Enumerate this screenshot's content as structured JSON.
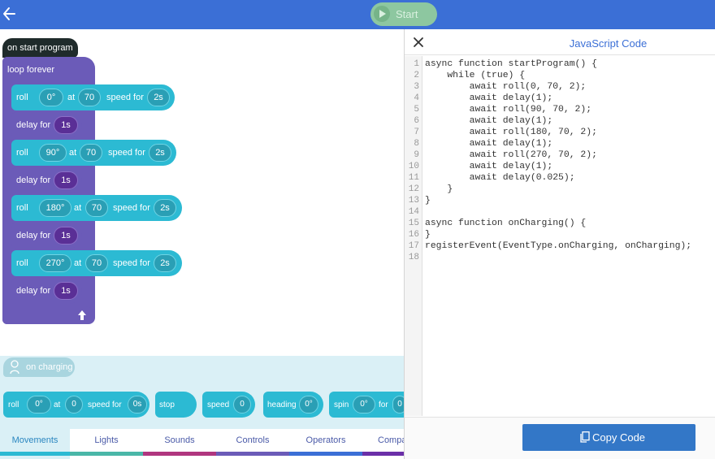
{
  "topbar": {
    "start_label": "Start",
    "back_icon": "arrow-left-icon",
    "play_icon": "play-icon",
    "color": "#3b6fd6"
  },
  "program": {
    "hat_label": "on start program",
    "loop_label": "loop forever",
    "roll_word": "roll",
    "at_word": "at",
    "speed_for_word": "speed for",
    "delay_word": "delay for",
    "steps": [
      {
        "heading": "0°",
        "speed": "70",
        "time": "2s",
        "delay": "1s"
      },
      {
        "heading": "90°",
        "speed": "70",
        "time": "2s",
        "delay": "1s"
      },
      {
        "heading": "180°",
        "speed": "70",
        "time": "2s",
        "delay": "1s"
      },
      {
        "heading": "270°",
        "speed": "70",
        "time": "2s",
        "delay": "1s"
      }
    ]
  },
  "charging": {
    "label": "on charging"
  },
  "palette": {
    "roll": {
      "kw": "roll",
      "heading": "0°",
      "at": "at",
      "speed": "0",
      "speed_for": "speed for",
      "time": "0s"
    },
    "stop": {
      "kw": "stop"
    },
    "speed": {
      "kw": "speed",
      "value": "0"
    },
    "heading": {
      "kw": "heading",
      "value": "0°"
    },
    "spin": {
      "kw": "spin",
      "value": "0°",
      "for": "for",
      "time": "0"
    }
  },
  "tabs": [
    {
      "label": "Movements",
      "color": "#2cbad3",
      "active": true
    },
    {
      "label": "Lights",
      "color": "#4ab7a8",
      "active": false
    },
    {
      "label": "Sounds",
      "color": "#b0367f",
      "active": false
    },
    {
      "label": "Controls",
      "color": "#6b5bb8",
      "active": false
    },
    {
      "label": "Operators",
      "color": "#3b6fd6",
      "active": false
    },
    {
      "label": "Compa",
      "color": "#6b2fa8",
      "active": false
    }
  ],
  "code_panel": {
    "title": "JavaScript Code",
    "copy_label": "Copy Code",
    "close_icon": "close-icon",
    "copy_icon": "copy-icon",
    "lines": [
      "async function startProgram() {",
      "    while (true) {",
      "        await roll(0, 70, 2);",
      "        await delay(1);",
      "        await roll(90, 70, 2);",
      "        await delay(1);",
      "        await roll(180, 70, 2);",
      "        await delay(1);",
      "        await roll(270, 70, 2);",
      "        await delay(1);",
      "        await delay(0.025);",
      "    }",
      "}",
      "",
      "async function onCharging() {",
      "}",
      "registerEvent(EventType.onCharging, onCharging);",
      ""
    ],
    "line_numbers": [
      "1",
      "2",
      "3",
      "4",
      "5",
      "6",
      "7",
      "8",
      "9",
      "10",
      "11",
      "12",
      "13",
      "14",
      "15",
      "16",
      "17",
      "18"
    ]
  }
}
